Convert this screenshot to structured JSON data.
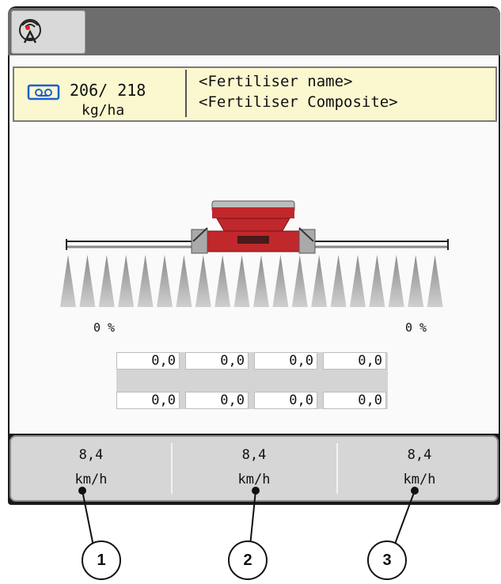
{
  "toolbar": {
    "mode_icon": "auto-radar-icon"
  },
  "header": {
    "rate": "206/ 218",
    "rate_unit": "kg/ha",
    "rate_icon": "tape-icon",
    "fertiliser_name": "<Fertiliser name>",
    "fertiliser_composite": "<Fertiliser Composite>"
  },
  "spreading": {
    "left_percent": "0 %",
    "right_percent": "0 %",
    "sections_row1": [
      "0,0",
      "0,0",
      "0,0",
      "0,0"
    ],
    "sections_row2": [
      "0,0",
      "0,0",
      "0,0",
      "0,0"
    ]
  },
  "speeds": [
    {
      "value": "8,4",
      "unit": "km/h"
    },
    {
      "value": "8,4",
      "unit": "km/h"
    },
    {
      "value": "8,4",
      "unit": "km/h"
    }
  ],
  "callouts": [
    "1",
    "2",
    "3"
  ],
  "colors": {
    "header_bg": "#fbf7cf",
    "spreader_red": "#c0282c",
    "topbar": "#6d6d6d",
    "panel": "#d6d6d6"
  }
}
